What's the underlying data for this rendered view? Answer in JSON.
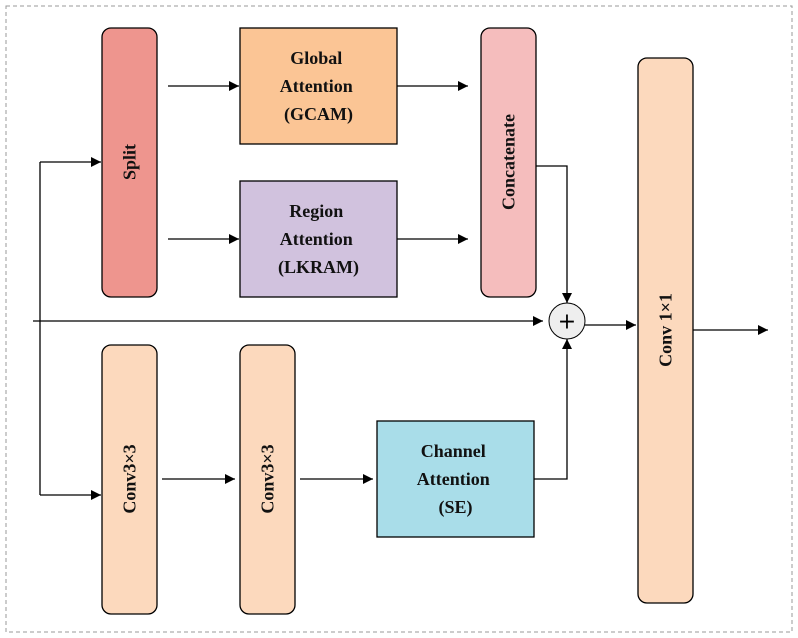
{
  "blocks": {
    "split": {
      "label": "Split",
      "color": "#EE958E"
    },
    "gcam": {
      "lines": [
        "Global",
        "Attention",
        "(GCAM)"
      ],
      "color": "#FBC595"
    },
    "lkram": {
      "lines": [
        "Region",
        "Attention",
        "(LKRAM)"
      ],
      "color": "#D1C2DE"
    },
    "concat": {
      "label": "Concatenate",
      "color": "#F5BDBD"
    },
    "conv1": {
      "label": "Conv3×3",
      "color": "#FCD9BD"
    },
    "conv2": {
      "label": "Conv3×3",
      "color": "#FCD9BD"
    },
    "se": {
      "lines": [
        "Channel",
        "Attention",
        "(SE)"
      ],
      "color": "#A9DDE9"
    },
    "conv1x1": {
      "label": "Conv 1×1",
      "color": "#FCD9BD"
    }
  },
  "sum_symbol": "+",
  "colors": {
    "frame": "#999999",
    "line": "#000000",
    "sum_fill": "#EEEEEE"
  }
}
